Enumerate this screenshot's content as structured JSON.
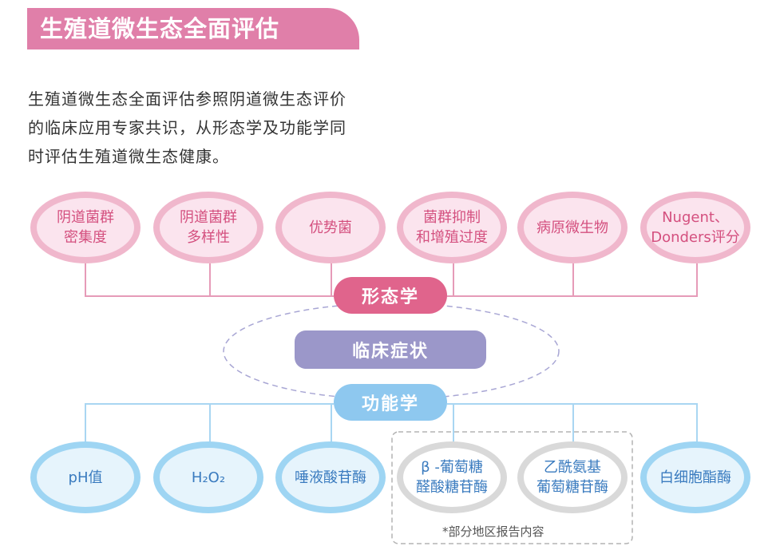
{
  "title": "生殖道微生态全面评估",
  "intro": {
    "lines": [
      "生殖道微生态全面评估参照阴道微生态评价",
      "的临床应用专家共识，从形态学及功能学同",
      "时评估生殖道微生态健康。"
    ]
  },
  "morphology": {
    "label": "形态学",
    "items": [
      [
        "阴道菌群",
        "密集度"
      ],
      [
        "阴道菌群",
        "多样性"
      ],
      [
        "优势菌"
      ],
      [
        "菌群抑制",
        "和增殖过度"
      ],
      [
        "病原微生物"
      ],
      [
        "Nugent、",
        "Donders评分"
      ]
    ]
  },
  "center": {
    "label": "临床症状"
  },
  "function": {
    "label": "功能学",
    "items": [
      [
        "pH值"
      ],
      [
        "H₂O₂"
      ],
      [
        "唾液酸苷酶"
      ],
      [
        "β -葡萄糖",
        "醛酸糖苷酶"
      ],
      [
        "乙酰氨基",
        "葡萄糖苷酶"
      ],
      [
        "白细胞酯酶"
      ]
    ],
    "note": "*部分地区报告内容"
  },
  "colors": {
    "title_bg": "#e07fa9",
    "pink_fill": "#fbe4ee",
    "pink_border": "#f0b7cc",
    "pink_text": "#d4507f",
    "morph_pill": "#e0648c",
    "center_pill": "#9b97c9",
    "blue_fill": "#e6f4fc",
    "blue_border": "#9ed5f3",
    "blue_text": "#3a7bbf",
    "func_pill": "#8ec8ef",
    "gray_border": "#d9d9d9"
  }
}
